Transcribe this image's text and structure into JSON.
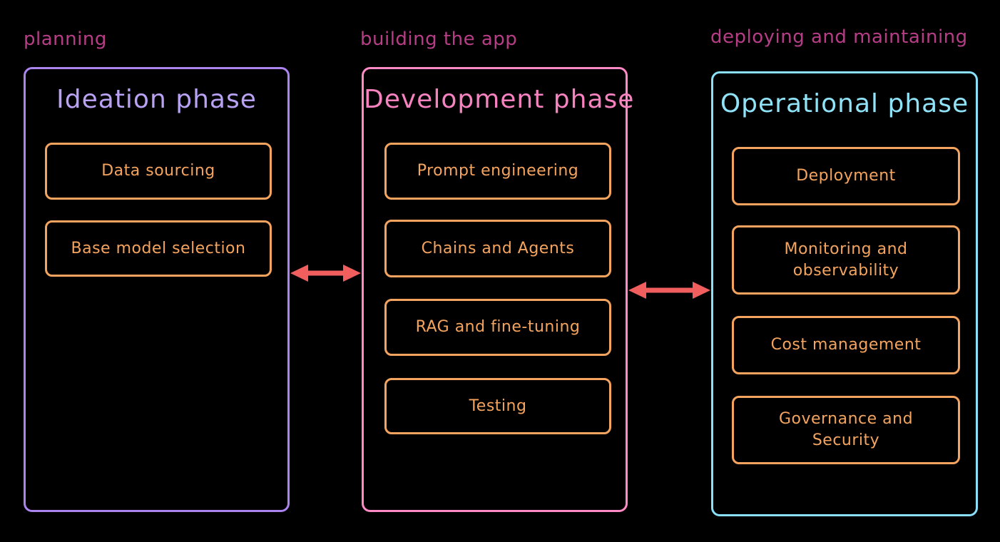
{
  "diagram": {
    "background": "#000000",
    "label_color": "#b63d86",
    "item_color": "#f4a45e",
    "arrow_color": "#f15e5e",
    "columns": [
      {
        "label": "planning",
        "title": "Ideation phase",
        "accent": "#ab84ee",
        "title_color": "#b9a2f3",
        "items": [
          "Data sourcing",
          "Base model selection"
        ]
      },
      {
        "label": "building the app",
        "title": "Development phase",
        "accent": "#ff8ac6",
        "title_color": "#f782c0",
        "items": [
          "Prompt engineering",
          "Chains and Agents",
          "RAG and fine-tuning",
          "Testing"
        ]
      },
      {
        "label": "deploying and maintaining",
        "title": "Operational phase",
        "accent": "#8ae0f9",
        "title_color": "#90e2f7",
        "items": [
          "Deployment",
          "Monitoring and observability",
          "Cost management",
          "Governance and Security"
        ]
      }
    ],
    "arrows": [
      {
        "name": "ideation-development",
        "direction": "bidirectional"
      },
      {
        "name": "development-operational",
        "direction": "bidirectional"
      }
    ]
  }
}
